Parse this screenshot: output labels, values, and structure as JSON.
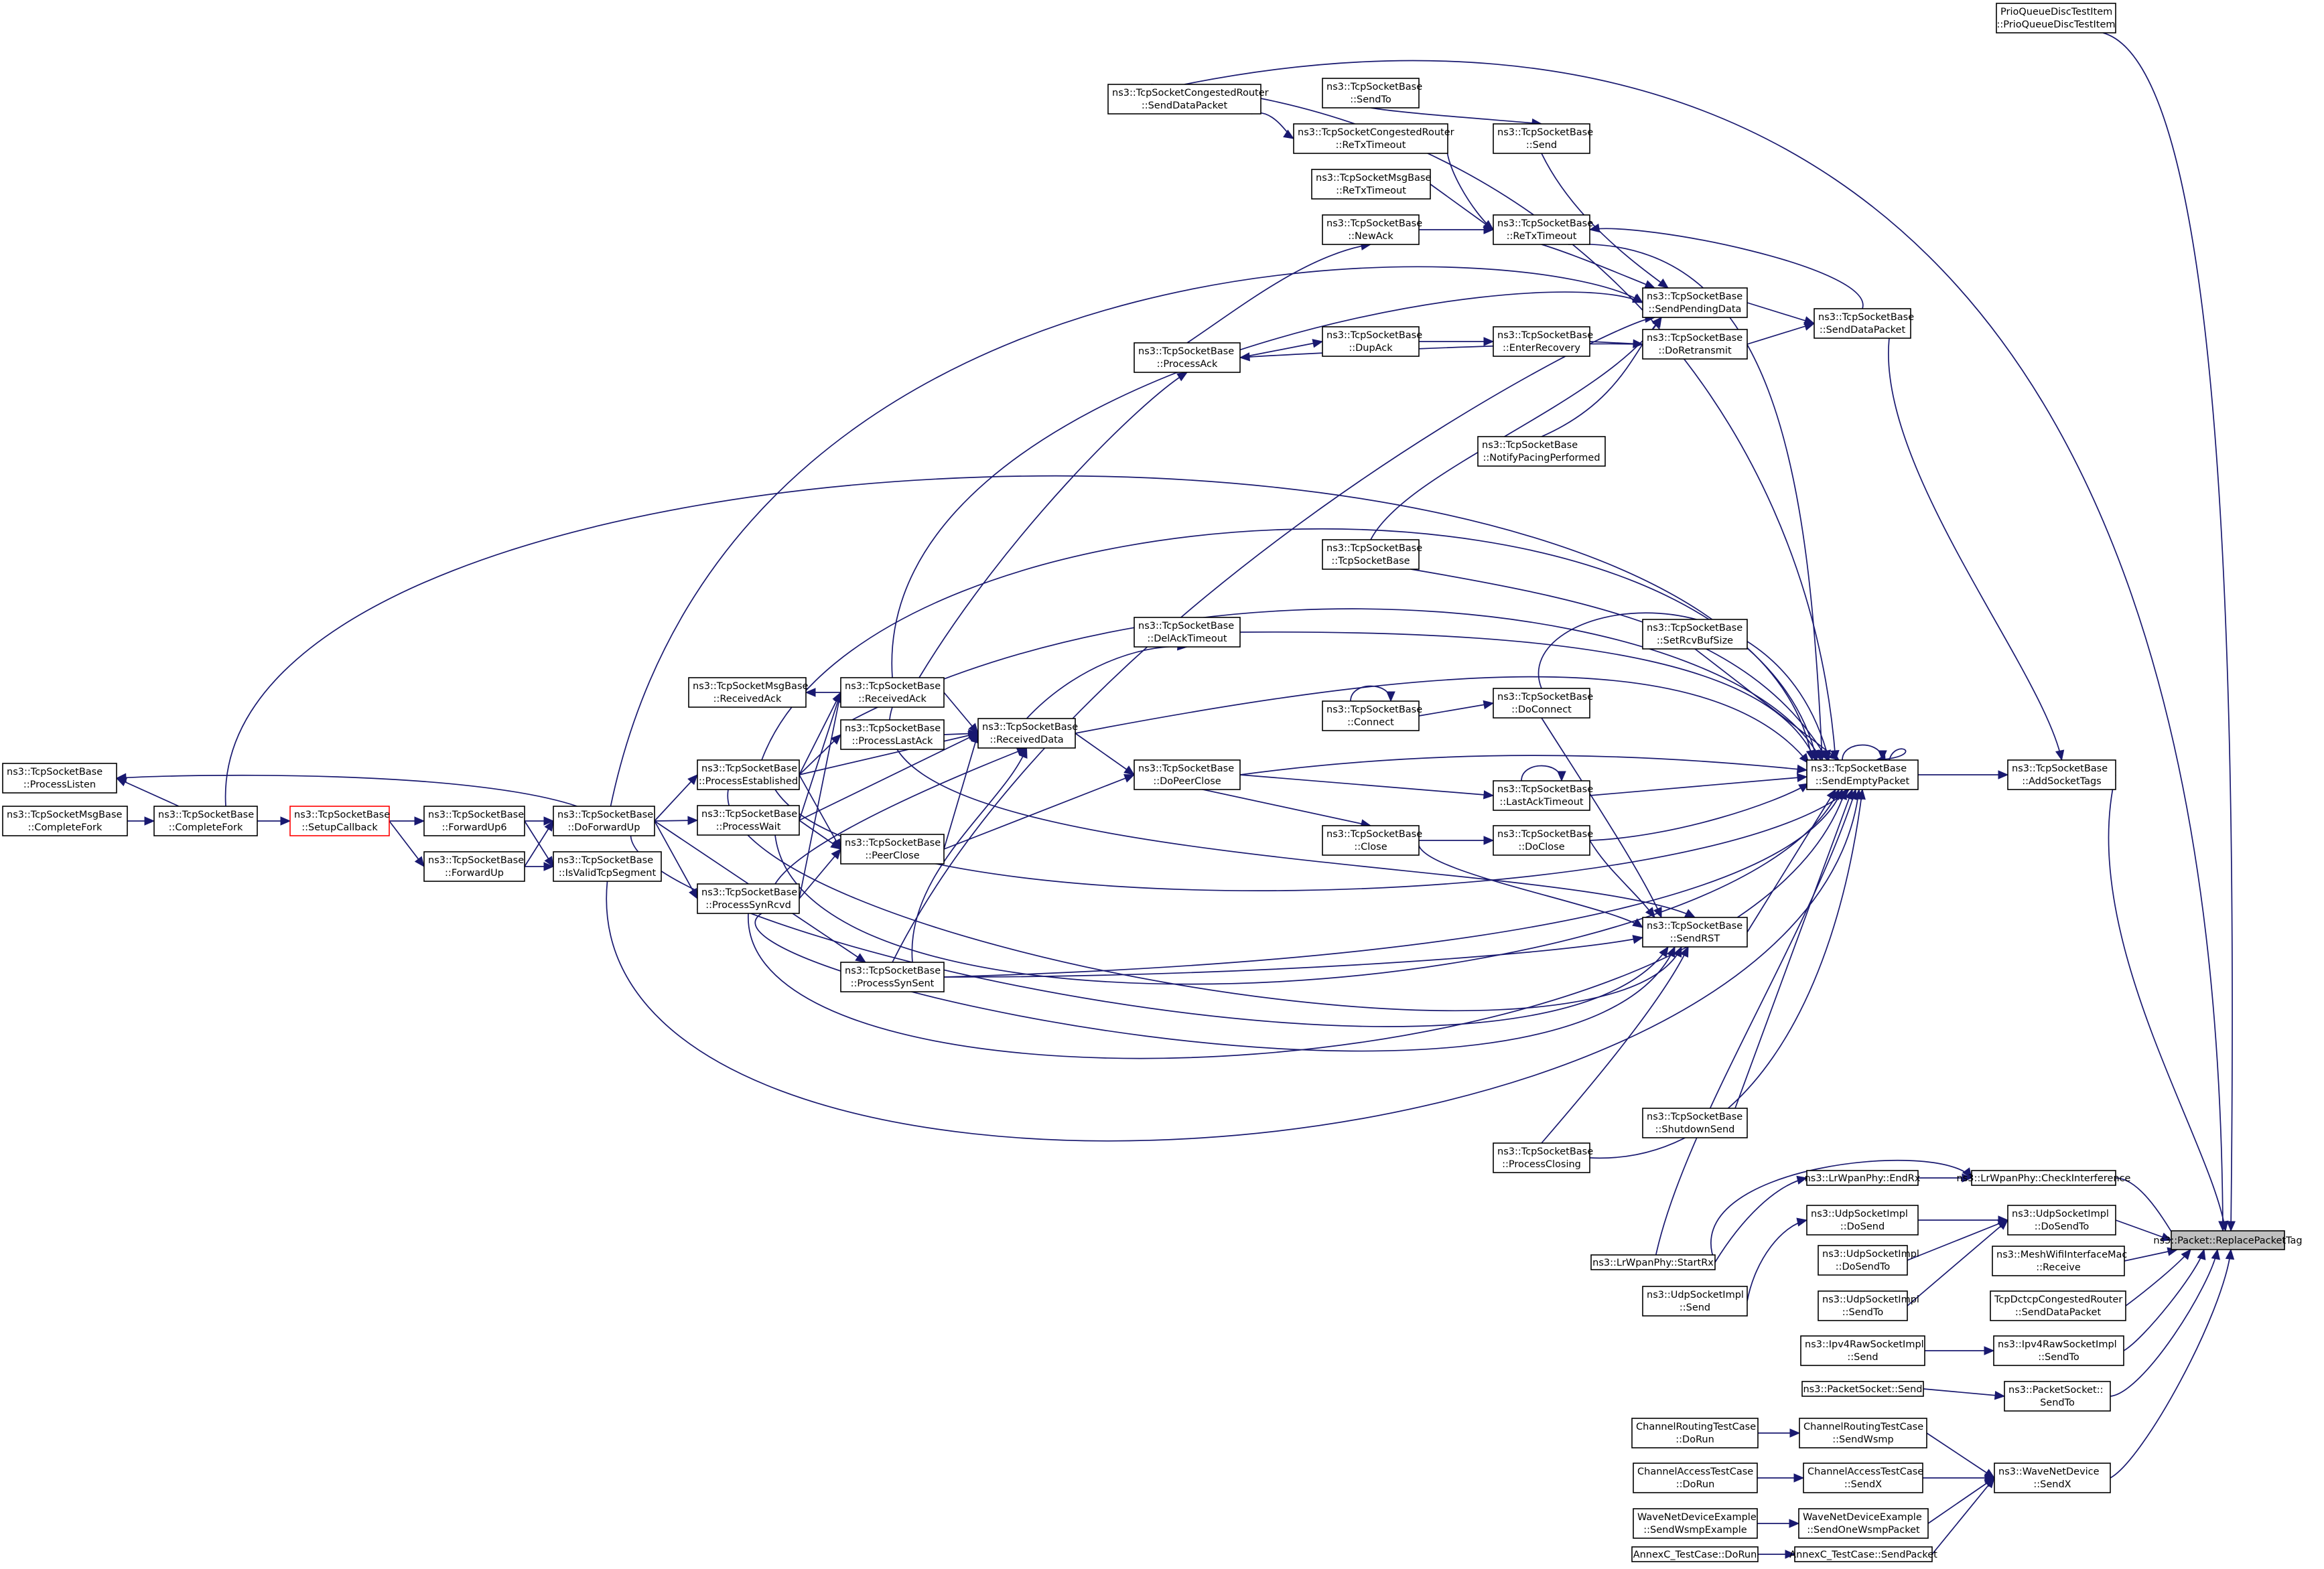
{
  "diagram": {
    "type": "doxygen-caller-graph",
    "nodes": [
      {
        "id": "n0",
        "l1": "ns3::Packet::ReplacePacketTag",
        "l2": "",
        "style": "highlight"
      },
      {
        "id": "n1",
        "l1": "PrioQueueDiscTestItem",
        "l2": "::PrioQueueDiscTestItem"
      },
      {
        "id": "n2",
        "l1": "ns3::TcpSocketCongestedRouter",
        "l2": "::SendDataPacket"
      },
      {
        "id": "n3",
        "l1": "ns3::TcpSocketBase",
        "l2": "::SendTo"
      },
      {
        "id": "n4",
        "l1": "ns3::TcpSocketBase",
        "l2": "::Send"
      },
      {
        "id": "n5",
        "l1": "ns3::TcpSocketCongestedRouter",
        "l2": "::ReTxTimeout"
      },
      {
        "id": "n6",
        "l1": "ns3::TcpSocketMsgBase",
        "l2": "::ReTxTimeout"
      },
      {
        "id": "n7",
        "l1": "ns3::TcpSocketBase",
        "l2": "::ReTxTimeout"
      },
      {
        "id": "n8",
        "l1": "ns3::TcpSocketBase",
        "l2": "::NewAck"
      },
      {
        "id": "n9",
        "l1": "ns3::TcpSocketBase",
        "l2": "::SendPendingData"
      },
      {
        "id": "n10",
        "l1": "ns3::TcpSocketBase",
        "l2": "::SendDataPacket"
      },
      {
        "id": "n11",
        "l1": "ns3::TcpSocketBase",
        "l2": "::DupAck"
      },
      {
        "id": "n12",
        "l1": "ns3::TcpSocketBase",
        "l2": "::EnterRecovery"
      },
      {
        "id": "n13",
        "l1": "ns3::TcpSocketBase",
        "l2": "::DoRetransmit"
      },
      {
        "id": "n14",
        "l1": "ns3::TcpSocketBase",
        "l2": "::ProcessAck"
      },
      {
        "id": "n15",
        "l1": "ns3::TcpSocketBase",
        "l2": "::NotifyPacingPerformed"
      },
      {
        "id": "n16",
        "l1": "ns3::TcpSocketBase",
        "l2": "::TcpSocketBase"
      },
      {
        "id": "n17",
        "l1": "ns3::TcpSocketBase",
        "l2": "::SetRcvBufSize"
      },
      {
        "id": "n18",
        "l1": "ns3::TcpSocketBase",
        "l2": "::DelAckTimeout"
      },
      {
        "id": "n19",
        "l1": "ns3::TcpSocketMsgBase",
        "l2": "::ReceivedAck"
      },
      {
        "id": "n20",
        "l1": "ns3::TcpSocketBase",
        "l2": "::ReceivedAck"
      },
      {
        "id": "n21",
        "l1": "ns3::TcpSocketBase",
        "l2": "::Connect"
      },
      {
        "id": "n22",
        "l1": "ns3::TcpSocketBase",
        "l2": "::DoConnect"
      },
      {
        "id": "n23",
        "l1": "ns3::TcpSocketBase",
        "l2": "::ProcessLastAck"
      },
      {
        "id": "n24",
        "l1": "ns3::TcpSocketBase",
        "l2": "::ReceivedData"
      },
      {
        "id": "n25",
        "l1": "ns3::TcpSocketBase",
        "l2": "::ProcessListen"
      },
      {
        "id": "n26",
        "l1": "ns3::TcpSocketBase",
        "l2": "::ProcessEstablished"
      },
      {
        "id": "n27",
        "l1": "ns3::TcpSocketBase",
        "l2": "::DoPeerClose"
      },
      {
        "id": "n28",
        "l1": "ns3::TcpSocketBase",
        "l2": "::LastAckTimeout"
      },
      {
        "id": "n29",
        "l1": "ns3::TcpSocketBase",
        "l2": "::SendEmptyPacket"
      },
      {
        "id": "n30",
        "l1": "ns3::TcpSocketBase",
        "l2": "::AddSocketTags"
      },
      {
        "id": "n31",
        "l1": "ns3::TcpSocketMsgBase",
        "l2": "::CompleteFork"
      },
      {
        "id": "n32",
        "l1": "ns3::TcpSocketBase",
        "l2": "::CompleteFork"
      },
      {
        "id": "n33",
        "l1": "ns3::TcpSocketBase",
        "l2": "::SetupCallback",
        "style": "truncated"
      },
      {
        "id": "n34",
        "l1": "ns3::TcpSocketBase",
        "l2": "::ForwardUp6"
      },
      {
        "id": "n35",
        "l1": "ns3::TcpSocketBase",
        "l2": "::DoForwardUp"
      },
      {
        "id": "n36",
        "l1": "ns3::TcpSocketBase",
        "l2": "::ProcessWait"
      },
      {
        "id": "n37",
        "l1": "ns3::TcpSocketBase",
        "l2": "::ForwardUp"
      },
      {
        "id": "n38",
        "l1": "ns3::TcpSocketBase",
        "l2": "::IsValidTcpSegment"
      },
      {
        "id": "n39",
        "l1": "ns3::TcpSocketBase",
        "l2": "::PeerClose"
      },
      {
        "id": "n40",
        "l1": "ns3::TcpSocketBase",
        "l2": "::Close"
      },
      {
        "id": "n41",
        "l1": "ns3::TcpSocketBase",
        "l2": "::DoClose"
      },
      {
        "id": "n42",
        "l1": "ns3::TcpSocketBase",
        "l2": "::ProcessSynRcvd"
      },
      {
        "id": "n43",
        "l1": "ns3::TcpSocketBase",
        "l2": "::SendRST"
      },
      {
        "id": "n44",
        "l1": "ns3::TcpSocketBase",
        "l2": "::ProcessSynSent"
      },
      {
        "id": "n45",
        "l1": "ns3::TcpSocketBase",
        "l2": "::ShutdownSend"
      },
      {
        "id": "n46",
        "l1": "ns3::TcpSocketBase",
        "l2": "::ProcessClosing"
      },
      {
        "id": "n47",
        "l1": "ns3::LrWpanPhy::CheckInterference",
        "l2": ""
      },
      {
        "id": "n48",
        "l1": "ns3::LrWpanPhy::EndRx",
        "l2": ""
      },
      {
        "id": "n49",
        "l1": "ns3::UdpSocketImpl",
        "l2": "::DoSendTo"
      },
      {
        "id": "n50",
        "l1": "ns3::UdpSocketImpl",
        "l2": "::DoSend"
      },
      {
        "id": "n51",
        "l1": "ns3::LrWpanPhy::StartRx",
        "l2": ""
      },
      {
        "id": "n52",
        "l1": "ns3::UdpSocketImpl",
        "l2": "::DoSendTo"
      },
      {
        "id": "n53",
        "l1": "ns3::MeshWifiInterfaceMac",
        "l2": "::Receive"
      },
      {
        "id": "n54",
        "l1": "ns3::UdpSocketImpl",
        "l2": "::Send"
      },
      {
        "id": "n55",
        "l1": "ns3::UdpSocketImpl",
        "l2": "::SendTo"
      },
      {
        "id": "n56",
        "l1": "TcpDctcpCongestedRouter",
        "l2": "::SendDataPacket"
      },
      {
        "id": "n57",
        "l1": "ns3::Ipv4RawSocketImpl",
        "l2": "::Send"
      },
      {
        "id": "n58",
        "l1": "ns3::Ipv4RawSocketImpl",
        "l2": "::SendTo"
      },
      {
        "id": "n59",
        "l1": "ns3::PacketSocket::Send",
        "l2": ""
      },
      {
        "id": "n60",
        "l1": "ns3::PacketSocket::",
        "l2": "SendTo"
      },
      {
        "id": "n61",
        "l1": "ChannelRoutingTestCase",
        "l2": "::DoRun"
      },
      {
        "id": "n62",
        "l1": "ChannelRoutingTestCase",
        "l2": "::SendWsmp"
      },
      {
        "id": "n63",
        "l1": "ChannelAccessTestCase",
        "l2": "::DoRun"
      },
      {
        "id": "n64",
        "l1": "ChannelAccessTestCase",
        "l2": "::SendX"
      },
      {
        "id": "n65",
        "l1": "ns3::WaveNetDevice",
        "l2": "::SendX"
      },
      {
        "id": "n66",
        "l1": "WaveNetDeviceExample",
        "l2": "::SendWsmpExample"
      },
      {
        "id": "n67",
        "l1": "WaveNetDeviceExample",
        "l2": "::SendOneWsmpPacket"
      },
      {
        "id": "n68",
        "l1": "AnnexC_TestCase::DoRun",
        "l2": ""
      },
      {
        "id": "n69",
        "l1": "AnnexC_TestCase::SendPacket",
        "l2": ""
      }
    ]
  }
}
